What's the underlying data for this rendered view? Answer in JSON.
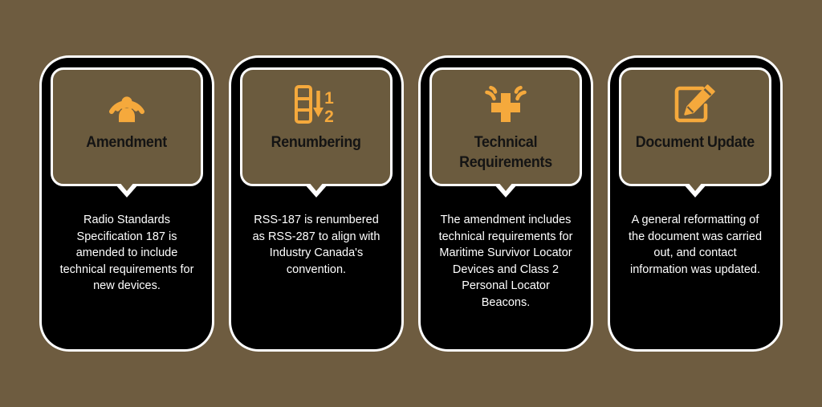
{
  "theme": {
    "background_color": "#6E5C40",
    "card_color": "#000000",
    "bubble_color": "#6B5B3E",
    "outline_color": "#FFFFFF",
    "icon_color": "#F5A93C",
    "title_color": "#141414",
    "body_text_color": "#FFFFFF"
  },
  "cards": [
    {
      "icon": "broadcast-person-icon",
      "title": "Amendment",
      "body": "Radio Standards Specification 187 is amended to include technical requirements for new devices."
    },
    {
      "icon": "renumber-list-arrow-icon",
      "title": "Renumbering",
      "body": "RSS-187 is renumbered as RSS-287 to align with Industry Canada's convention."
    },
    {
      "icon": "emergency-beacon-cross-icon",
      "title": "Technical Requirements",
      "body": "The amendment includes technical requirements for Maritime Survivor Locator Devices and Class 2 Personal Locator Beacons."
    },
    {
      "icon": "document-edit-pencil-icon",
      "title": "Document Update",
      "body": "A general reformatting of the document was carried out, and contact information was updated."
    }
  ]
}
